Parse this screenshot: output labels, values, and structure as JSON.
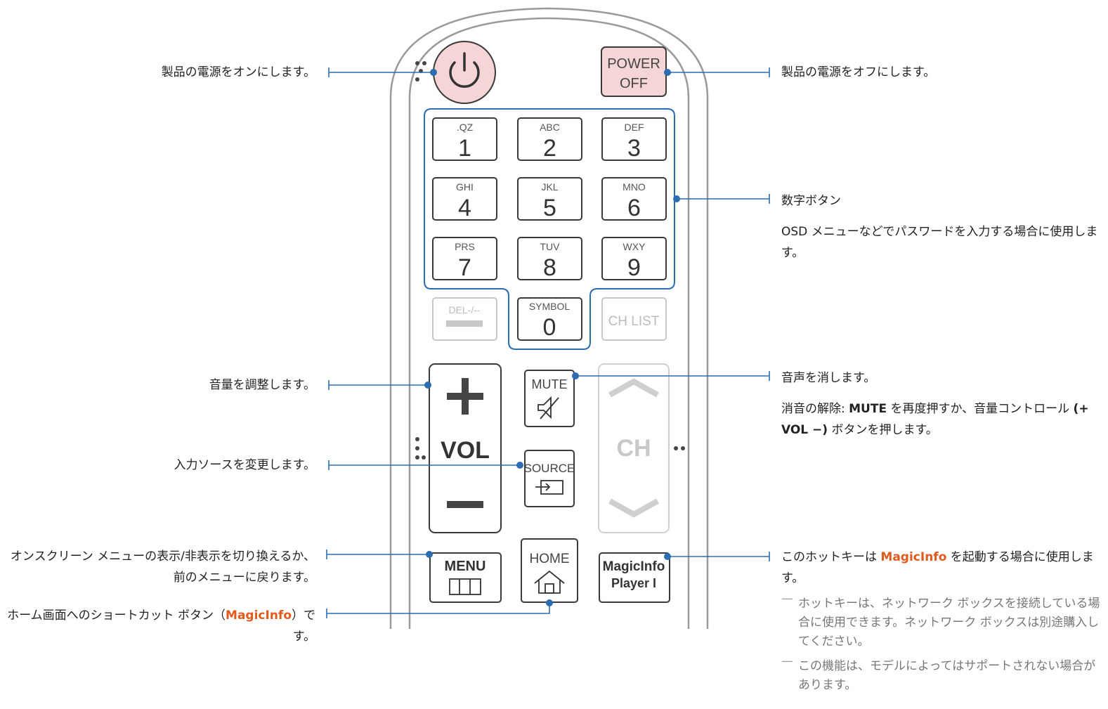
{
  "remote": {
    "power_off": [
      "POWER",
      "OFF"
    ],
    "numeric_keys": [
      {
        "letters": ".QZ",
        "digit": "1"
      },
      {
        "letters": "ABC",
        "digit": "2"
      },
      {
        "letters": "DEF",
        "digit": "3"
      },
      {
        "letters": "GHI",
        "digit": "4"
      },
      {
        "letters": "JKL",
        "digit": "5"
      },
      {
        "letters": "MNO",
        "digit": "6"
      },
      {
        "letters": "PRS",
        "digit": "7"
      },
      {
        "letters": "TUV",
        "digit": "8"
      },
      {
        "letters": "WXY",
        "digit": "9"
      }
    ],
    "zero_key": {
      "letters": "SYMBOL",
      "digit": "0"
    },
    "del_key": "DEL-/--",
    "ch_list": "CH LIST",
    "vol": "VOL",
    "mute": "MUTE",
    "source": "SOURCE",
    "ch": "CH",
    "menu": "MENU",
    "home": "HOME",
    "magicinfo_key": [
      "MagicInfo",
      "Player I"
    ]
  },
  "annotations": {
    "power_on": "製品の電源をオンにします。",
    "power_off": "製品の電源をオフにします。",
    "numeric_title": "数字ボタン",
    "numeric_desc": "OSD メニューなどでパスワードを入力する場合に使用します。",
    "volume": "音量を調整します。",
    "mute_title": "音声を消します。",
    "mute_desc_a": "消音の解除: ",
    "mute_desc_bold1": "MUTE",
    "mute_desc_b": " を再度押すか、音量コントロール ",
    "mute_desc_bold2": "(+ VOL −)",
    "mute_desc_c": " ボタンを押します。",
    "source": "入力ソースを変更します。",
    "menu": "オンスクリーン メニューの表示/非表示を切り換えるか、前のメニューに戻ります。",
    "home_a": "ホーム画面へのショートカット ボタン（",
    "home_accent": "MagicInfo",
    "home_b": "）です。",
    "magicinfo_a": "このホットキーは ",
    "magicinfo_accent": "MagicInfo",
    "magicinfo_b": " を起動する場合に使用します。",
    "note1": "ホットキーは、ネットワーク ボックスを接続している場合に使用できます。ネットワーク ボックスは別途購入してください。",
    "note2": "この機能は、モデルによってはサポートされない場合があります。"
  },
  "colors": {
    "callout_line": "#2c6cb0",
    "accent": "#e05a1e",
    "power_fill": "#f5d5d5",
    "key_stroke": "#3a3a3a",
    "faded_stroke": "#c8c8c8"
  }
}
